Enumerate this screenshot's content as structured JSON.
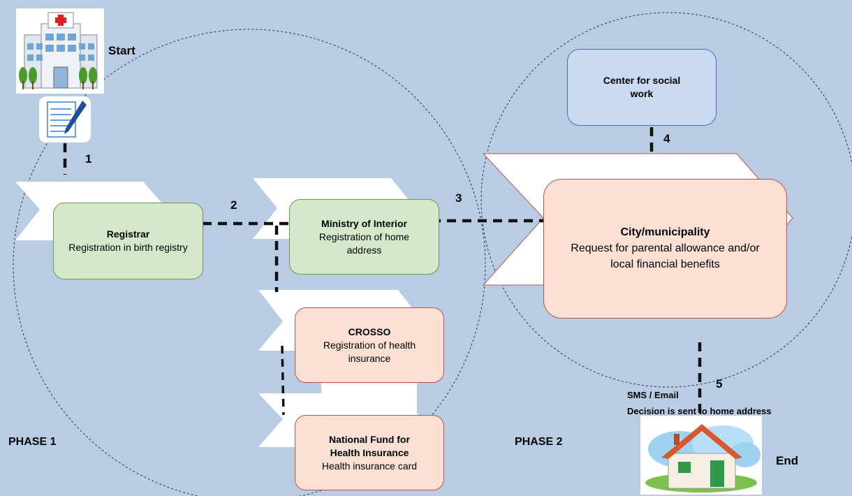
{
  "start_label": "Start",
  "end_label": "End",
  "phases": {
    "phase1": "PHASE 1",
    "phase2": "PHASE 2"
  },
  "steps": {
    "s1": "1",
    "s2": "2",
    "s3": "3",
    "s4": "4",
    "s5": "5"
  },
  "nodes": {
    "registrar": {
      "title": "Registrar",
      "subtitle": "Registration in birth registry"
    },
    "ministry": {
      "title": "Ministry of Interior",
      "subtitle": "Registration of home address"
    },
    "crosso": {
      "title": "CROSSO",
      "subtitle": "Registration of health insurance"
    },
    "national_fund": {
      "title": "National Fund for Health Insurance",
      "subtitle": "Health insurance card"
    },
    "city": {
      "title": "City/municipality",
      "subtitle": "Request for parental allowance and/or local financial benefits"
    },
    "social": {
      "title": "Center for social work"
    }
  },
  "delivery": {
    "channels": "SMS / Email",
    "decision": "Decision is sent to home address"
  },
  "icons": [
    "hospital-icon",
    "document-pen-icon",
    "house-icon"
  ],
  "colors": {
    "background": "#b8cce4",
    "green_fill": "#d5e8c9",
    "peach_fill": "#fbe0d3",
    "blue_fill": "#c9d9ee",
    "peach_border": "#c0504d",
    "green_border": "#6a9a4d"
  }
}
